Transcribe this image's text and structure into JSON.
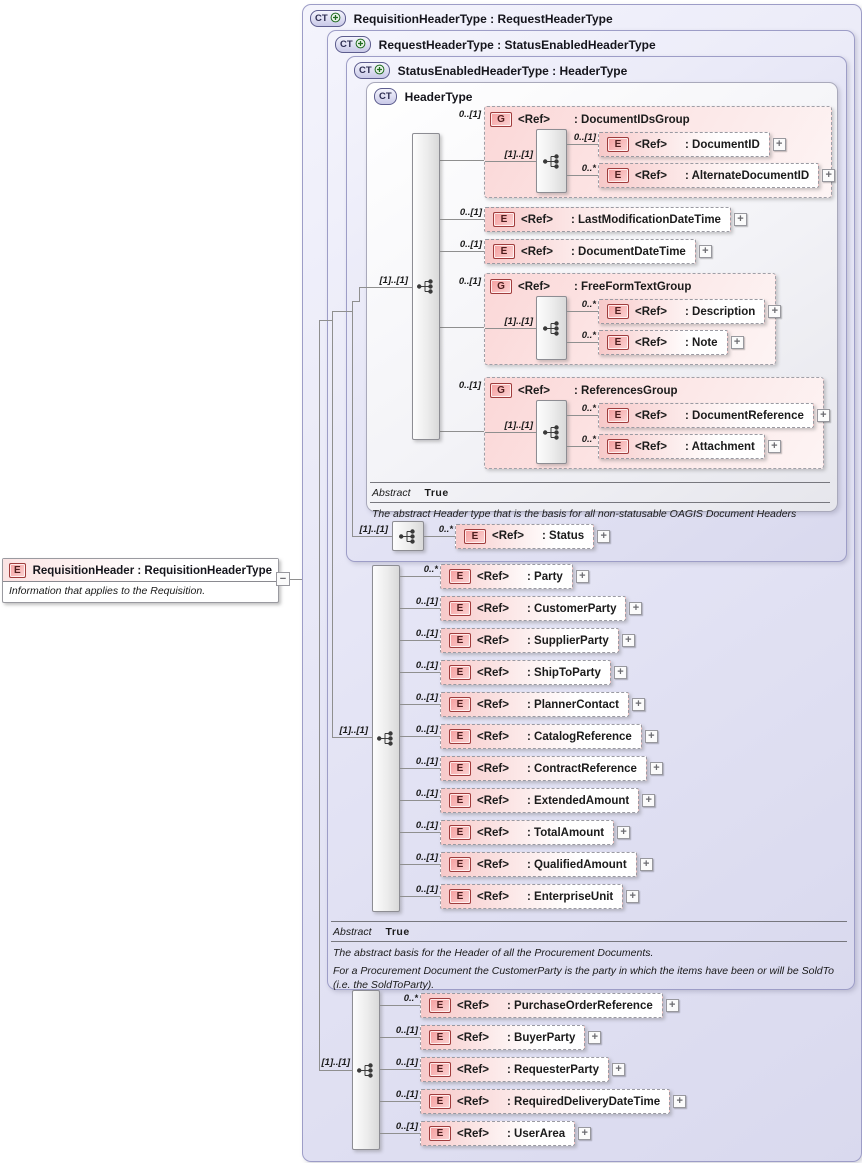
{
  "root_element": {
    "badge": "E",
    "title": "RequisitionHeader : RequisitionHeaderType",
    "annotation": "Information that applies to the Requisition."
  },
  "containers": {
    "requisition_header_type": {
      "badge": "CT",
      "title": "RequisitionHeaderType : RequestHeaderType"
    },
    "request_header_type": {
      "badge": "CT",
      "title": "RequestHeaderType : StatusEnabledHeaderType"
    },
    "status_enabled_header_type": {
      "badge": "CT",
      "title": "StatusEnabledHeaderType : HeaderType"
    },
    "header_type": {
      "badge": "CT",
      "title": "HeaderType"
    }
  },
  "header_type_section": {
    "occurrence": "[1]..[1]",
    "children": [
      {
        "type": "group",
        "badge": "G",
        "ref": "<Ref>",
        "name": ": DocumentIDsGroup",
        "occurrence": "0..[1]",
        "inner_occurrence": "[1]..[1]",
        "children": [
          {
            "badge": "E",
            "ref": "<Ref>",
            "name": ": DocumentID",
            "occurrence": "0..[1]"
          },
          {
            "badge": "E",
            "ref": "<Ref>",
            "name": ": AlternateDocumentID",
            "occurrence": "0..*"
          }
        ]
      },
      {
        "type": "element",
        "badge": "E",
        "ref": "<Ref>",
        "name": ": LastModificationDateTime",
        "occurrence": "0..[1]"
      },
      {
        "type": "element",
        "badge": "E",
        "ref": "<Ref>",
        "name": ": DocumentDateTime",
        "occurrence": "0..[1]"
      },
      {
        "type": "group",
        "badge": "G",
        "ref": "<Ref>",
        "name": ": FreeFormTextGroup",
        "occurrence": "0..[1]",
        "inner_occurrence": "[1]..[1]",
        "children": [
          {
            "badge": "E",
            "ref": "<Ref>",
            "name": ": Description",
            "occurrence": "0..*"
          },
          {
            "badge": "E",
            "ref": "<Ref>",
            "name": ": Note",
            "occurrence": "0..*"
          }
        ]
      },
      {
        "type": "group",
        "badge": "G",
        "ref": "<Ref>",
        "name": ": ReferencesGroup",
        "occurrence": "0..[1]",
        "inner_occurrence": "[1]..[1]",
        "children": [
          {
            "badge": "E",
            "ref": "<Ref>",
            "name": ": DocumentReference",
            "occurrence": "0..*"
          },
          {
            "badge": "E",
            "ref": "<Ref>",
            "name": ": Attachment",
            "occurrence": "0..*"
          }
        ]
      }
    ],
    "abstract_label": "Abstract",
    "abstract_value": "True",
    "annotation": "The abstract Header type that is the basis for all non-statusable OAGIS Document Headers"
  },
  "status_section": {
    "occurrence": "[1]..[1]",
    "element": {
      "badge": "E",
      "ref": "<Ref>",
      "name": ": Status",
      "occurrence": "0..*"
    }
  },
  "request_section": {
    "occurrence": "[1]..[1]",
    "elements": [
      {
        "badge": "E",
        "ref": "<Ref>",
        "name": ": Party",
        "occurrence": "0..*"
      },
      {
        "badge": "E",
        "ref": "<Ref>",
        "name": ": CustomerParty",
        "occurrence": "0..[1]"
      },
      {
        "badge": "E",
        "ref": "<Ref>",
        "name": ": SupplierParty",
        "occurrence": "0..[1]"
      },
      {
        "badge": "E",
        "ref": "<Ref>",
        "name": ": ShipToParty",
        "occurrence": "0..[1]"
      },
      {
        "badge": "E",
        "ref": "<Ref>",
        "name": ": PlannerContact",
        "occurrence": "0..[1]"
      },
      {
        "badge": "E",
        "ref": "<Ref>",
        "name": ": CatalogReference",
        "occurrence": "0..[1]"
      },
      {
        "badge": "E",
        "ref": "<Ref>",
        "name": ": ContractReference",
        "occurrence": "0..[1]"
      },
      {
        "badge": "E",
        "ref": "<Ref>",
        "name": ": ExtendedAmount",
        "occurrence": "0..[1]"
      },
      {
        "badge": "E",
        "ref": "<Ref>",
        "name": ": TotalAmount",
        "occurrence": "0..[1]"
      },
      {
        "badge": "E",
        "ref": "<Ref>",
        "name": ": QualifiedAmount",
        "occurrence": "0..[1]"
      },
      {
        "badge": "E",
        "ref": "<Ref>",
        "name": ": EnterpriseUnit",
        "occurrence": "0..[1]"
      }
    ],
    "abstract_label": "Abstract",
    "abstract_value": "True",
    "annotation_lines": [
      "The abstract basis for the Header of all the Procurement Documents.",
      "For a Procurement Document the CustomerParty is the party in which the items have been or will be SoldTo (i.e. the SoldToParty)."
    ]
  },
  "requisition_section": {
    "occurrence": "[1]..[1]",
    "elements": [
      {
        "badge": "E",
        "ref": "<Ref>",
        "name": ": PurchaseOrderReference",
        "occurrence": "0..*"
      },
      {
        "badge": "E",
        "ref": "<Ref>",
        "name": ": BuyerParty",
        "occurrence": "0..[1]"
      },
      {
        "badge": "E",
        "ref": "<Ref>",
        "name": ": RequesterParty",
        "occurrence": "0..[1]"
      },
      {
        "badge": "E",
        "ref": "<Ref>",
        "name": ": RequiredDeliveryDateTime",
        "occurrence": "0..[1]"
      },
      {
        "badge": "E",
        "ref": "<Ref>",
        "name": ": UserArea",
        "occurrence": "0..[1]"
      }
    ]
  }
}
